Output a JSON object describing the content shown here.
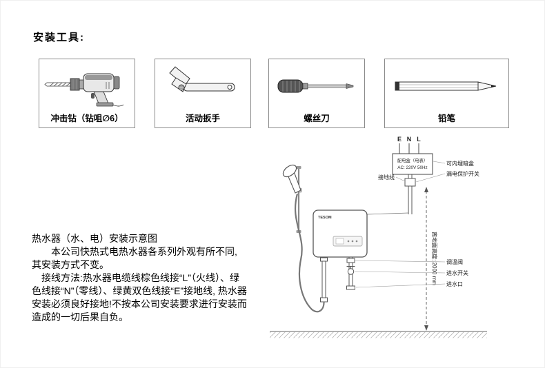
{
  "page": {
    "tools_heading": "安装工具:",
    "tools": [
      {
        "label": "冲击钻（钻咀∅6）"
      },
      {
        "label": "活动扳手"
      },
      {
        "label": "螺丝刀"
      },
      {
        "label": "铅笔"
      }
    ],
    "description": {
      "title": "热水器（水、电）安装示意图",
      "para1": "本公司快热式电热水器各系列外观有所不同, 其安装方式不变。",
      "para2": "接线方法:热水器电缆线棕色线接“L”（火线）、绿色线接“N”（零线）、绿黄双色线接“E”接地线, 热水器安装必须良好接地!不按本公司安装要求进行安装而造成的一切后果自负。"
    },
    "diagram": {
      "wire_labels": {
        "e": "E",
        "n": "N",
        "l": "L"
      },
      "power_box": {
        "line1": "配电盒（电表）",
        "line2": "AC: 220V 50Hz"
      },
      "labels": {
        "concealed_box": "可内埋暗盒",
        "leakage_switch": "漏电保护开关",
        "ground_wire": "接地线",
        "height": "离地面高度: 2000 mm",
        "temp_valve": "调温阀",
        "water_switch": "进水开关",
        "water_inlet": "进水口"
      },
      "heater_brand": "TESOM"
    }
  }
}
